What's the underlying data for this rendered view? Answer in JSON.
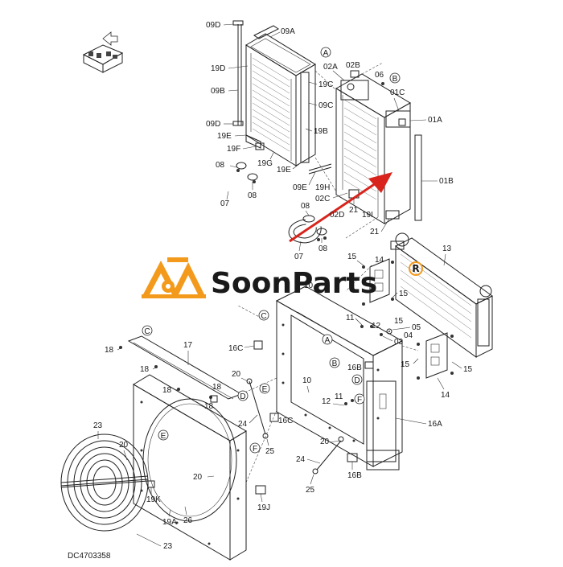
{
  "diagram_id": "DC4703358",
  "watermark": {
    "brand": "SoonParts",
    "registered_mark": "R",
    "color": "#f39a1c"
  },
  "arrow_color": "#d8241c",
  "callout_letters": [
    "A",
    "B",
    "C",
    "D",
    "E",
    "F"
  ],
  "part_labels": [
    "09D",
    "09A",
    "19D",
    "19C",
    "09C",
    "09B",
    "19E",
    "19F",
    "19B",
    "19G",
    "02A",
    "02B",
    "06",
    "01C",
    "01A",
    "01B",
    "08",
    "07",
    "09E",
    "19H",
    "02C",
    "21",
    "19I",
    "13",
    "14",
    "15",
    "11",
    "12",
    "05",
    "04",
    "03",
    "16C",
    "16B",
    "10",
    "16A",
    "17",
    "18",
    "20",
    "24",
    "25",
    "19K",
    "19A",
    "26",
    "19J",
    "23"
  ]
}
